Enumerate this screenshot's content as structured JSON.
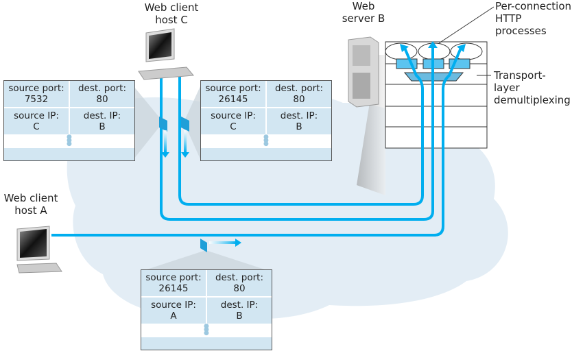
{
  "labels": {
    "client_c": [
      "Web client",
      "host C"
    ],
    "client_a": [
      "Web client",
      "host A"
    ],
    "server_b": [
      "Web",
      "server B"
    ],
    "processes": [
      "Per-connection",
      "HTTP",
      "processes"
    ],
    "demux": [
      "Transport-",
      "layer",
      "demultiplexing"
    ]
  },
  "segments": [
    {
      "id": "c-left",
      "source_port_label": "source port:",
      "source_port": "7532",
      "dest_port_label": "dest. port:",
      "dest_port": "80",
      "source_ip_label": "source IP:",
      "source_ip": "C",
      "dest_ip_label": "dest. IP:",
      "dest_ip": "B"
    },
    {
      "id": "c-right",
      "source_port_label": "source port:",
      "source_port": "26145",
      "dest_port_label": "dest. port:",
      "dest_port": "80",
      "source_ip_label": "source IP:",
      "source_ip": "C",
      "dest_ip_label": "dest. IP:",
      "dest_ip": "B"
    },
    {
      "id": "a",
      "source_port_label": "source port:",
      "source_port": "26145",
      "dest_port_label": "dest. port:",
      "dest_port": "80",
      "source_ip_label": "source IP:",
      "source_ip": "A",
      "dest_ip_label": "dest. IP:",
      "dest_ip": "B"
    }
  ],
  "colors": {
    "link": "#00aeef",
    "cloud": "#e3edf5",
    "segment": "#d2e6f2",
    "socket": "#5bc4f0"
  }
}
